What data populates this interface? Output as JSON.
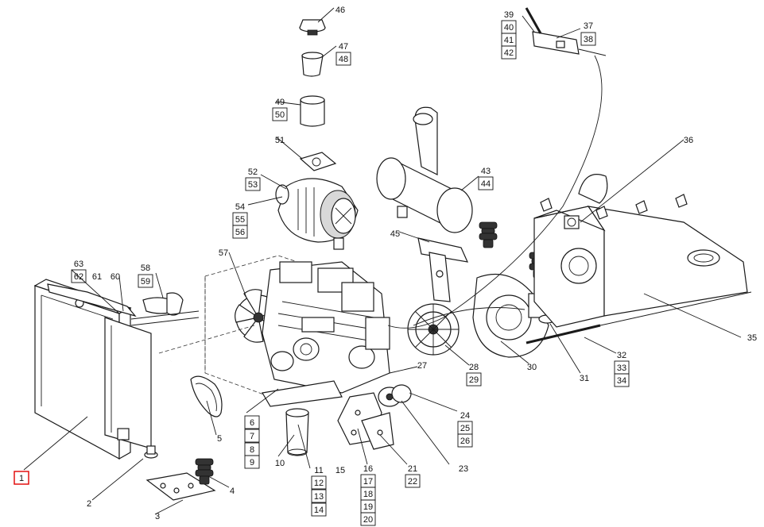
{
  "callouts": [
    {
      "id": "1",
      "boxed": true,
      "highlight": true
    },
    {
      "id": "2"
    },
    {
      "id": "3"
    },
    {
      "id": "4"
    },
    {
      "id": "5"
    },
    {
      "id": "6",
      "boxed": true
    },
    {
      "id": "7",
      "boxed": true
    },
    {
      "id": "8",
      "boxed": true
    },
    {
      "id": "9",
      "boxed": true
    },
    {
      "id": "10"
    },
    {
      "id": "11"
    },
    {
      "id": "12",
      "boxed": true
    },
    {
      "id": "13",
      "boxed": true
    },
    {
      "id": "14",
      "boxed": true
    },
    {
      "id": "15"
    },
    {
      "id": "16"
    },
    {
      "id": "17",
      "boxed": true
    },
    {
      "id": "18",
      "boxed": true
    },
    {
      "id": "19",
      "boxed": true
    },
    {
      "id": "20",
      "boxed": true
    },
    {
      "id": "21"
    },
    {
      "id": "22",
      "boxed": true
    },
    {
      "id": "23"
    },
    {
      "id": "24"
    },
    {
      "id": "25",
      "boxed": true
    },
    {
      "id": "26",
      "boxed": true
    },
    {
      "id": "27"
    },
    {
      "id": "28"
    },
    {
      "id": "29",
      "boxed": true
    },
    {
      "id": "30"
    },
    {
      "id": "31"
    },
    {
      "id": "32"
    },
    {
      "id": "33",
      "boxed": true
    },
    {
      "id": "34",
      "boxed": true
    },
    {
      "id": "35"
    },
    {
      "id": "36"
    },
    {
      "id": "37"
    },
    {
      "id": "38",
      "boxed": true
    },
    {
      "id": "39"
    },
    {
      "id": "40",
      "boxed": true
    },
    {
      "id": "41",
      "boxed": true
    },
    {
      "id": "42",
      "boxed": true
    },
    {
      "id": "43"
    },
    {
      "id": "44",
      "boxed": true
    },
    {
      "id": "45"
    },
    {
      "id": "46"
    },
    {
      "id": "47"
    },
    {
      "id": "48",
      "boxed": true
    },
    {
      "id": "49"
    },
    {
      "id": "50",
      "boxed": true
    },
    {
      "id": "51"
    },
    {
      "id": "52"
    },
    {
      "id": "53",
      "boxed": true
    },
    {
      "id": "54"
    },
    {
      "id": "55",
      "boxed": true
    },
    {
      "id": "56",
      "boxed": true
    },
    {
      "id": "57"
    },
    {
      "id": "58"
    },
    {
      "id": "59",
      "boxed": true
    },
    {
      "id": "60"
    },
    {
      "id": "61"
    },
    {
      "id": "62",
      "boxed": true
    },
    {
      "id": "63"
    }
  ],
  "colors": {
    "ink": "#1a1a1a",
    "highlight": "#e00000",
    "background": "#ffffff"
  }
}
